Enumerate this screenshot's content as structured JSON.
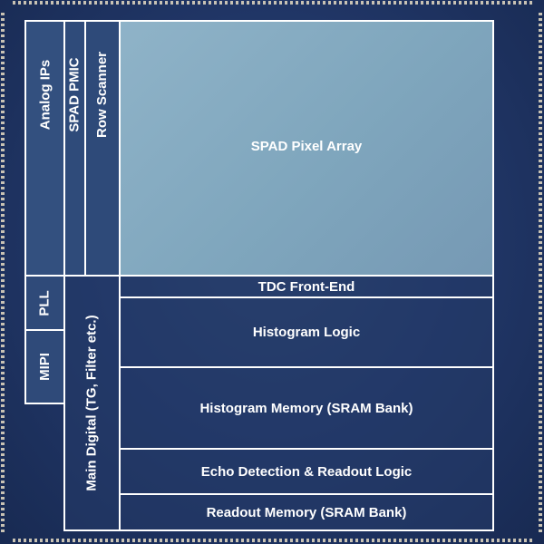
{
  "blocks": {
    "spad_array": "SPAD Pixel Array",
    "analog_ips": "Analog IPs",
    "spad_pmic": "SPAD PMIC",
    "row_scanner": "Row Scanner",
    "tdc_front_end": "TDC Front-End",
    "histogram_logic": "Histogram Logic",
    "histogram_memory": "Histogram Memory (SRAM Bank)",
    "echo_detection": "Echo Detection & Readout Logic",
    "readout_memory": "Readout Memory (SRAM Bank)",
    "main_digital": "Main Digital (TG, Filter etc.)",
    "pll": "PLL",
    "mipi": "MIPI"
  },
  "colors": {
    "die": "#22386a",
    "border": "#ffffff",
    "spad": "#86abc2",
    "pad": "#c8c2b4"
  }
}
